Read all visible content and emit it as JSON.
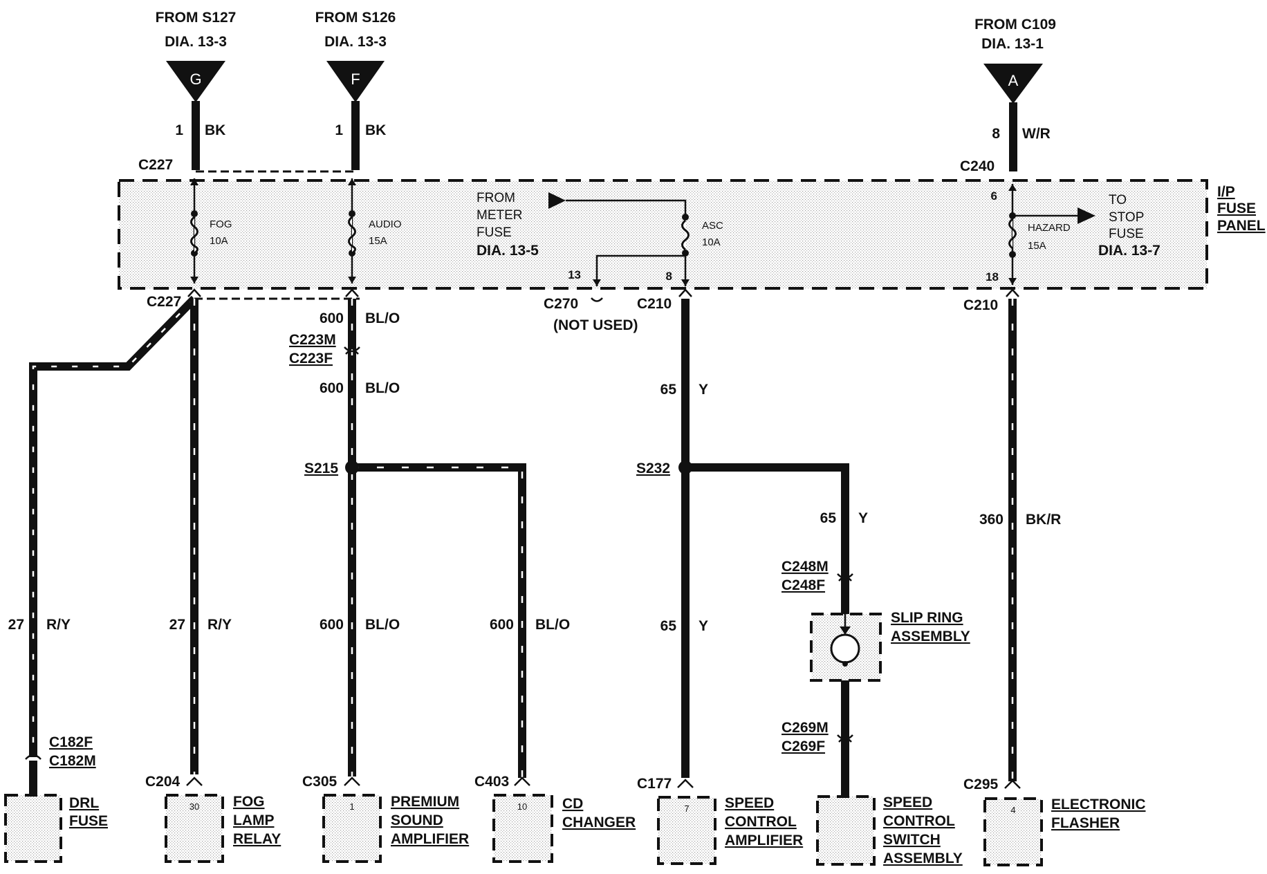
{
  "sources": [
    {
      "from": "FROM S127",
      "dia": "DIA. 13-3",
      "letter": "G",
      "pin": "1",
      "color": "BK"
    },
    {
      "from": "FROM S126",
      "dia": "DIA. 13-3",
      "letter": "F",
      "pin": "1",
      "color": "BK"
    },
    {
      "from": "FROM C109",
      "dia": "DIA. 13-1",
      "letter": "A",
      "pin": "8",
      "color": "W/R"
    }
  ],
  "fuse_panel": {
    "name_lines": [
      "I/P",
      "FUSE",
      "PANEL"
    ],
    "fuses": [
      {
        "name": "FOG",
        "rating": "10A"
      },
      {
        "name": "AUDIO",
        "rating": "15A"
      },
      {
        "name": "ASC",
        "rating": "10A"
      },
      {
        "name": "HAZARD",
        "rating": "15A"
      }
    ],
    "from_meter": [
      "FROM",
      "METER",
      "FUSE",
      "DIA. 13-5"
    ],
    "to_stop": [
      "TO",
      "STOP",
      "FUSE",
      "DIA. 13-7"
    ],
    "pins": {
      "p13": "13",
      "p8": "8",
      "p6": "6",
      "p18": "18"
    }
  },
  "connectors": {
    "c227_top": "C227",
    "c227_bot": "C227",
    "c240": "C240",
    "c270": "C270",
    "not_used": "(NOT USED)",
    "c210_a": "C210",
    "c210_b": "C210",
    "c223m": "C223M",
    "c223f": "C223F",
    "s215": "S215",
    "s232": "S232",
    "c248m": "C248M",
    "c248f": "C248F",
    "c269m": "C269M",
    "c269f": "C269F",
    "c182f": "C182F",
    "c182m": "C182M",
    "c204": "C204",
    "c305": "C305",
    "c403": "C403",
    "c177": "C177",
    "c295": "C295"
  },
  "wires": {
    "w600a": {
      "num": "600",
      "color": "BL/O"
    },
    "w600b": {
      "num": "600",
      "color": "BL/O"
    },
    "w600c": {
      "num": "600",
      "color": "BL/O"
    },
    "w600d": {
      "num": "600",
      "color": "BL/O"
    },
    "w65a": {
      "num": "65",
      "color": "Y"
    },
    "w65b": {
      "num": "65",
      "color": "Y"
    },
    "w65c": {
      "num": "65",
      "color": "Y"
    },
    "w360": {
      "num": "360",
      "color": "BK/R"
    },
    "w27a": {
      "num": "27",
      "color": "R/Y"
    },
    "w27b": {
      "num": "27",
      "color": "R/Y"
    }
  },
  "slip_ring": [
    "SLIP RING",
    "ASSEMBLY"
  ],
  "components": {
    "drl": [
      "DRL",
      "FUSE"
    ],
    "fog": {
      "lines": [
        "FOG",
        "LAMP",
        "RELAY"
      ],
      "pin": "30"
    },
    "premium": {
      "lines": [
        "PREMIUM",
        "SOUND",
        "AMPLIFIER"
      ],
      "pin": "1"
    },
    "cd": {
      "lines": [
        "CD",
        "CHANGER"
      ],
      "pin": "10"
    },
    "speed_amp": {
      "lines": [
        "SPEED",
        "CONTROL",
        "AMPLIFIER"
      ],
      "pin": "7"
    },
    "speed_switch": {
      "lines": [
        "SPEED",
        "CONTROL",
        "SWITCH",
        "ASSEMBLY"
      ]
    },
    "flasher": {
      "lines": [
        "ELECTRONIC",
        "FLASHER"
      ],
      "pin": "4"
    }
  }
}
